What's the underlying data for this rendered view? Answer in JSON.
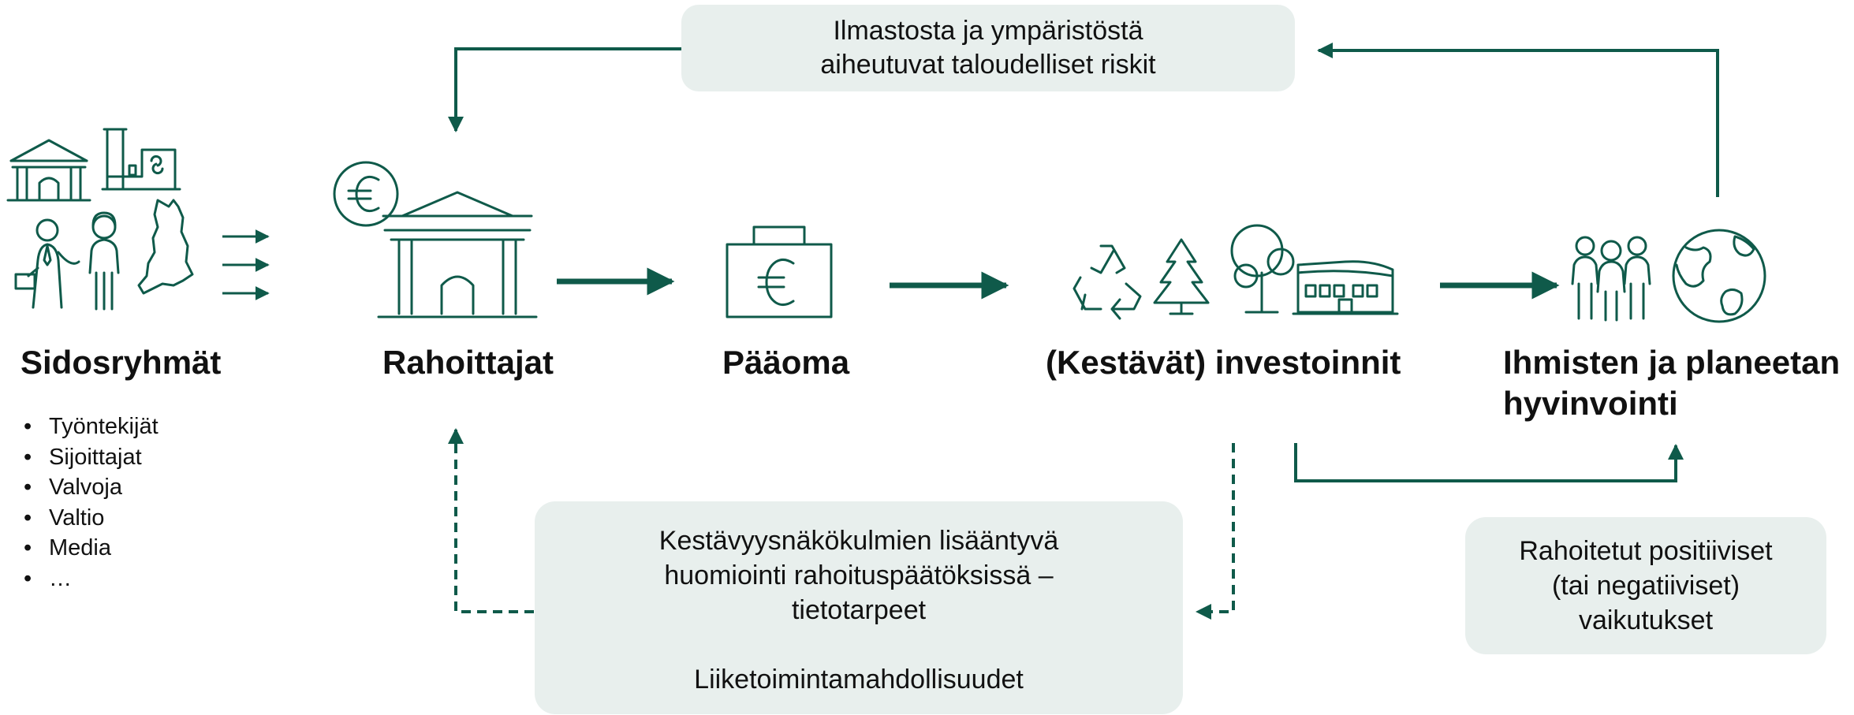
{
  "risk_box": {
    "lines": [
      "Ilmastosta ja ympäristöstä",
      "aiheutuvat taloudelliset riskit"
    ]
  },
  "stages": {
    "sidosryhmat": "Sidosryhmät",
    "rahoittajat": "Rahoittajat",
    "paaoma": "Pääoma",
    "investoinnit": "(Kestävät) investoinnit",
    "hyvinvointi": [
      "Ihmisten ja planeetan",
      "hyvinvointi"
    ]
  },
  "stakeholders": [
    "Työntekijät",
    "Sijoittajat",
    "Valvoja",
    "Valtio",
    "Media",
    "…"
  ],
  "sustainability_box": {
    "lines": [
      "Kestävyysnäkökulmien lisääntyvä",
      "huomiointi rahoituspäätöksissä –",
      "tietotarpeet"
    ],
    "footer": "Liiketoimintamahdollisuudet"
  },
  "impact_box": {
    "lines": [
      "Rahoitetut positiiviset",
      "(tai negatiiviset)",
      "vaikutukset"
    ]
  },
  "icons": {
    "stakeholders": [
      "bank-building-icon",
      "factory-icon",
      "businessman-icon",
      "woman-icon",
      "finland-map-icon"
    ],
    "financiers": [
      "euro-coin-icon",
      "bank-building-icon"
    ],
    "capital": [
      "euro-bag-icon"
    ],
    "investments": [
      "recycle-icon",
      "pine-tree-icon",
      "deciduous-tree-icon",
      "building-icon"
    ],
    "wellbeing": [
      "people-group-icon",
      "globe-icon"
    ]
  },
  "colors": {
    "accent": "#0f5a4a",
    "box_fill": "#e8efed",
    "text": "#111111"
  }
}
